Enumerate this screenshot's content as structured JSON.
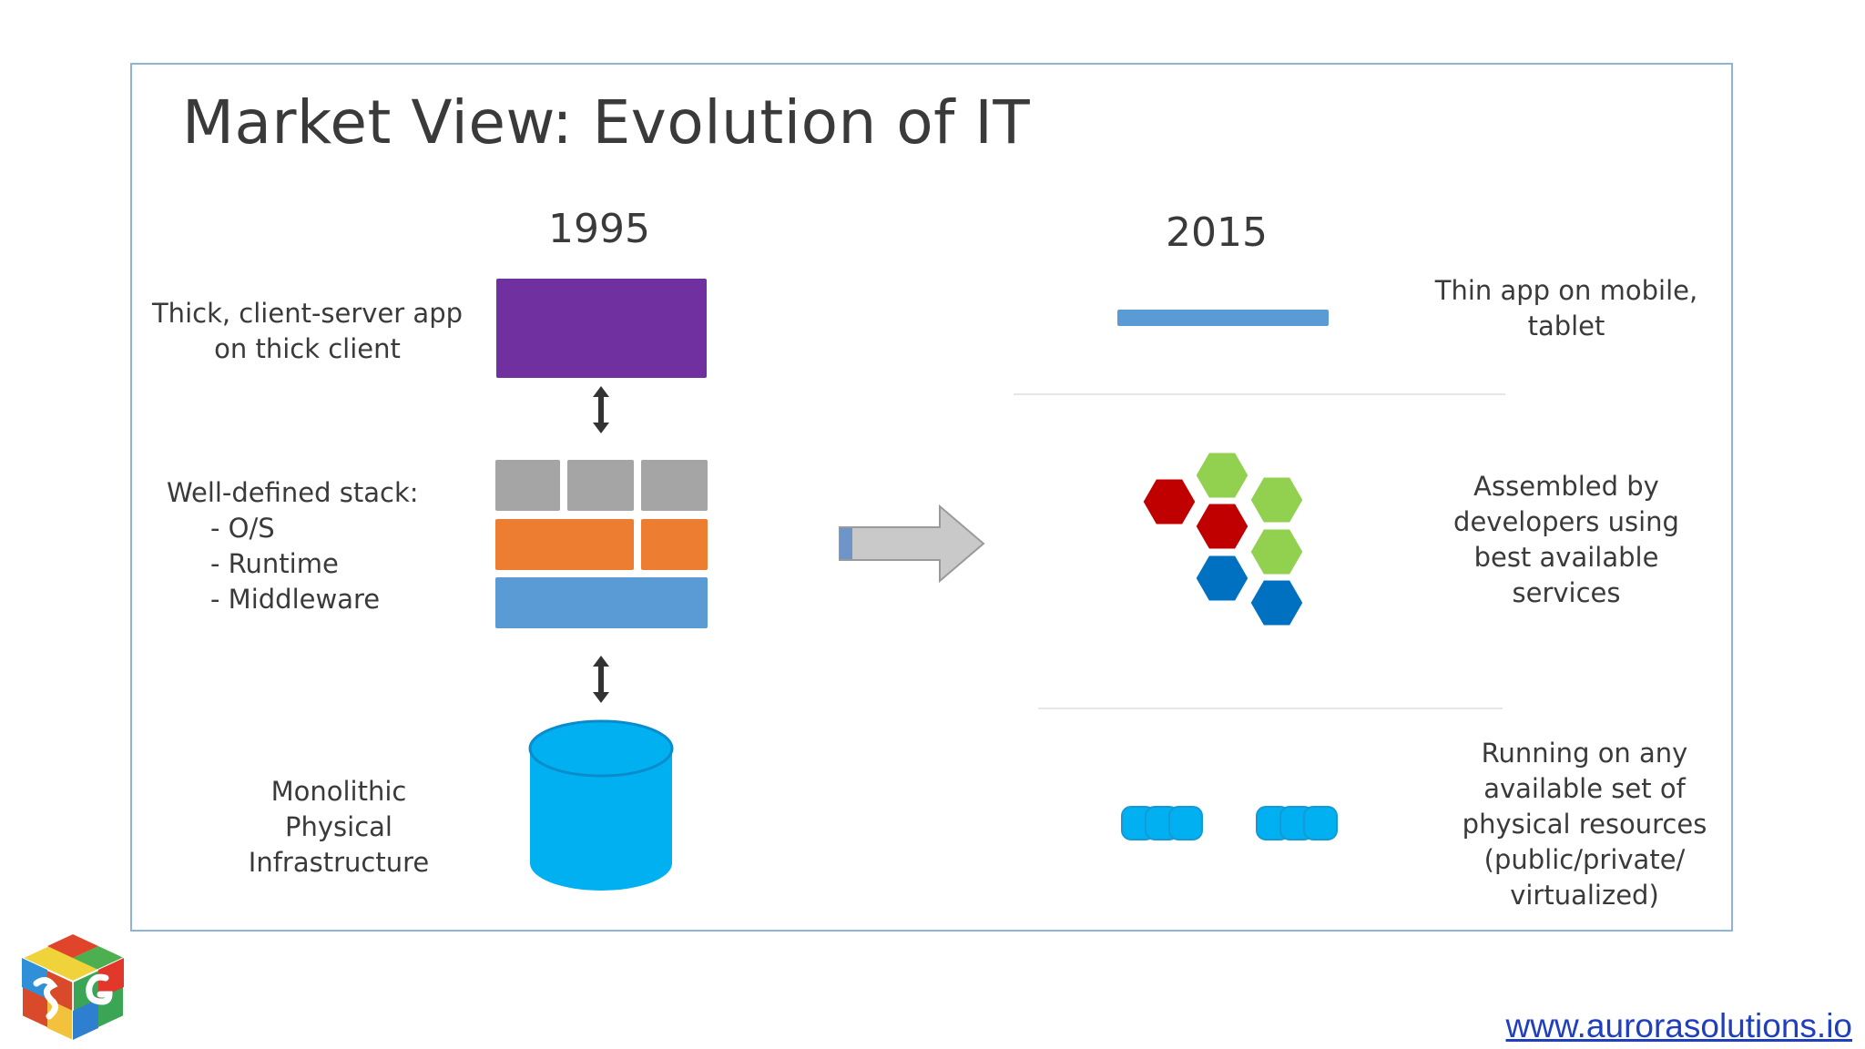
{
  "slide": {
    "title": "Market View: Evolution of IT",
    "years": {
      "left": "1995",
      "right": "2015"
    }
  },
  "left_labels": {
    "app_line1": "Thick, client-server app",
    "app_line2": "on thick client",
    "stack_heading": "Well-defined stack:",
    "stack_items": [
      "- O/S",
      "- Runtime",
      "- Middleware"
    ],
    "infra_lines": [
      "Monolithic",
      "Physical",
      "Infrastructure"
    ]
  },
  "right_labels": {
    "thin_app_lines": [
      "Thin app on mobile,",
      "tablet"
    ],
    "assembled_lines": [
      "Assembled by",
      "developers using",
      "best available",
      "services"
    ],
    "running_lines": [
      "Running on any",
      "available set of",
      "physical resources",
      "(public/private/",
      "virtualized)"
    ]
  },
  "colors": {
    "app_block": "#7030a0",
    "stack_gray": "#a5a5a5",
    "stack_orange": "#ed7d31",
    "stack_blue": "#5b9bd5",
    "database": "#00b0f0",
    "hex_red": "#c00000",
    "hex_green": "#92d050",
    "hex_blue": "#0070c0",
    "arrow": "#c9c9c9",
    "border": "#8db4d6",
    "link": "#1f3fbf"
  },
  "footer": {
    "link": "www.aurorasolutions.io"
  },
  "icons": {
    "logo": "rubiks-cube-logo",
    "transition_arrow": "right-arrow-icon",
    "connectors": "double-arrow-icon"
  }
}
